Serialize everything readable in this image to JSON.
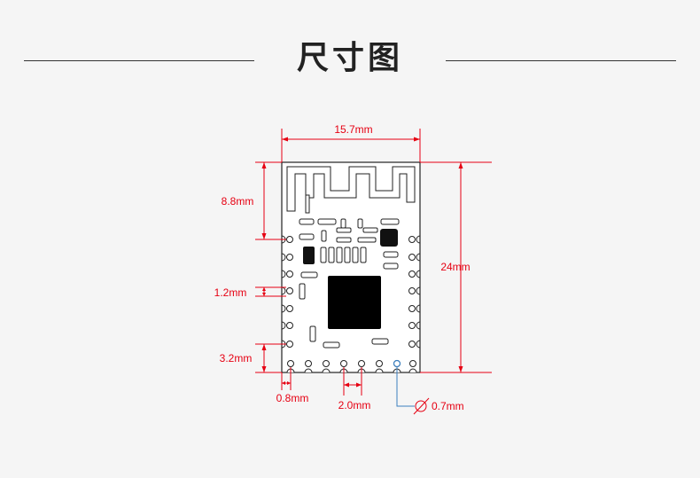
{
  "title": "尺寸图",
  "colors": {
    "dimension": "#e60012",
    "leader": "#3a7fc0",
    "outline": "#222222",
    "background": "#f5f5f5"
  },
  "dimensions": {
    "width": "15.7mm",
    "height": "24mm",
    "antenna_height": "8.8mm",
    "pad_pitch_side": "1.2mm",
    "bottom_zone": "3.2mm",
    "edge_to_pad": "0.8mm",
    "pad_pitch_bottom": "2.0mm",
    "hole_diameter": "0.7mm"
  }
}
